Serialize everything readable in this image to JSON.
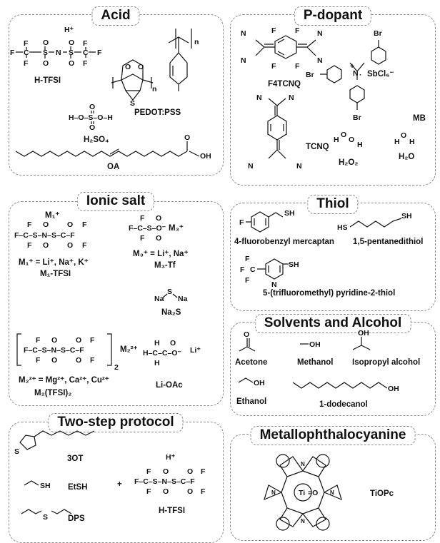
{
  "panels": {
    "acid": {
      "title": "Acid",
      "labels": {
        "htfsi": "H-TFSI",
        "pedotpss": "PEDOT:PSS",
        "h2so4": "H₂SO₄",
        "oa": "OA"
      }
    },
    "pdopant": {
      "title": "P-dopant",
      "labels": {
        "f4tcnq": "F4TCNQ",
        "mb": "MB",
        "tcnq": "TCNQ",
        "h2o2": "H₂O₂",
        "h2o": "H₂O",
        "sbcl6": "SbCl₆⁻"
      }
    },
    "ionic_salt": {
      "title": "Ionic salt",
      "labels": {
        "m1_cation": "M₁⁺",
        "m1_def": "M₁⁺ = Li⁺, Na⁺, K⁺",
        "m1_name": "M₁-TFSI",
        "m3_def": "M₃⁺ = Li⁺, Na⁺",
        "m3_name": "M₃-Tf",
        "na2s": "Na₂S",
        "m2_def": "M₂²⁺ = Mg²⁺, Ca²⁺, Cu²⁺",
        "m2_name": "M₂(TFSI)₂",
        "lioac": "Li-OAc"
      }
    },
    "thiol": {
      "title": "Thiol",
      "labels": {
        "fbm": "4-fluorobenzyl mercaptan",
        "pdt": "1,5-pentanedithiol",
        "tfmp": "5-(trifluoromethyl) pyridine-2-thiol"
      }
    },
    "solvents": {
      "title": "Solvents and Alcohol",
      "labels": {
        "acetone": "Acetone",
        "methanol": "Methanol",
        "ipa": "Isopropyl alcohol",
        "ethanol": "Ethanol",
        "dodecanol": "1-dodecanol"
      }
    },
    "twostep": {
      "title": "Two-step protocol",
      "labels": {
        "3ot": "3OT",
        "etsh": "EtSH",
        "dps": "DPS",
        "htfsi": "H-TFSI",
        "plus": "+"
      }
    },
    "metallo": {
      "title": "Metallophthalocyanine",
      "labels": {
        "tiopc": "TiOPc"
      }
    }
  }
}
